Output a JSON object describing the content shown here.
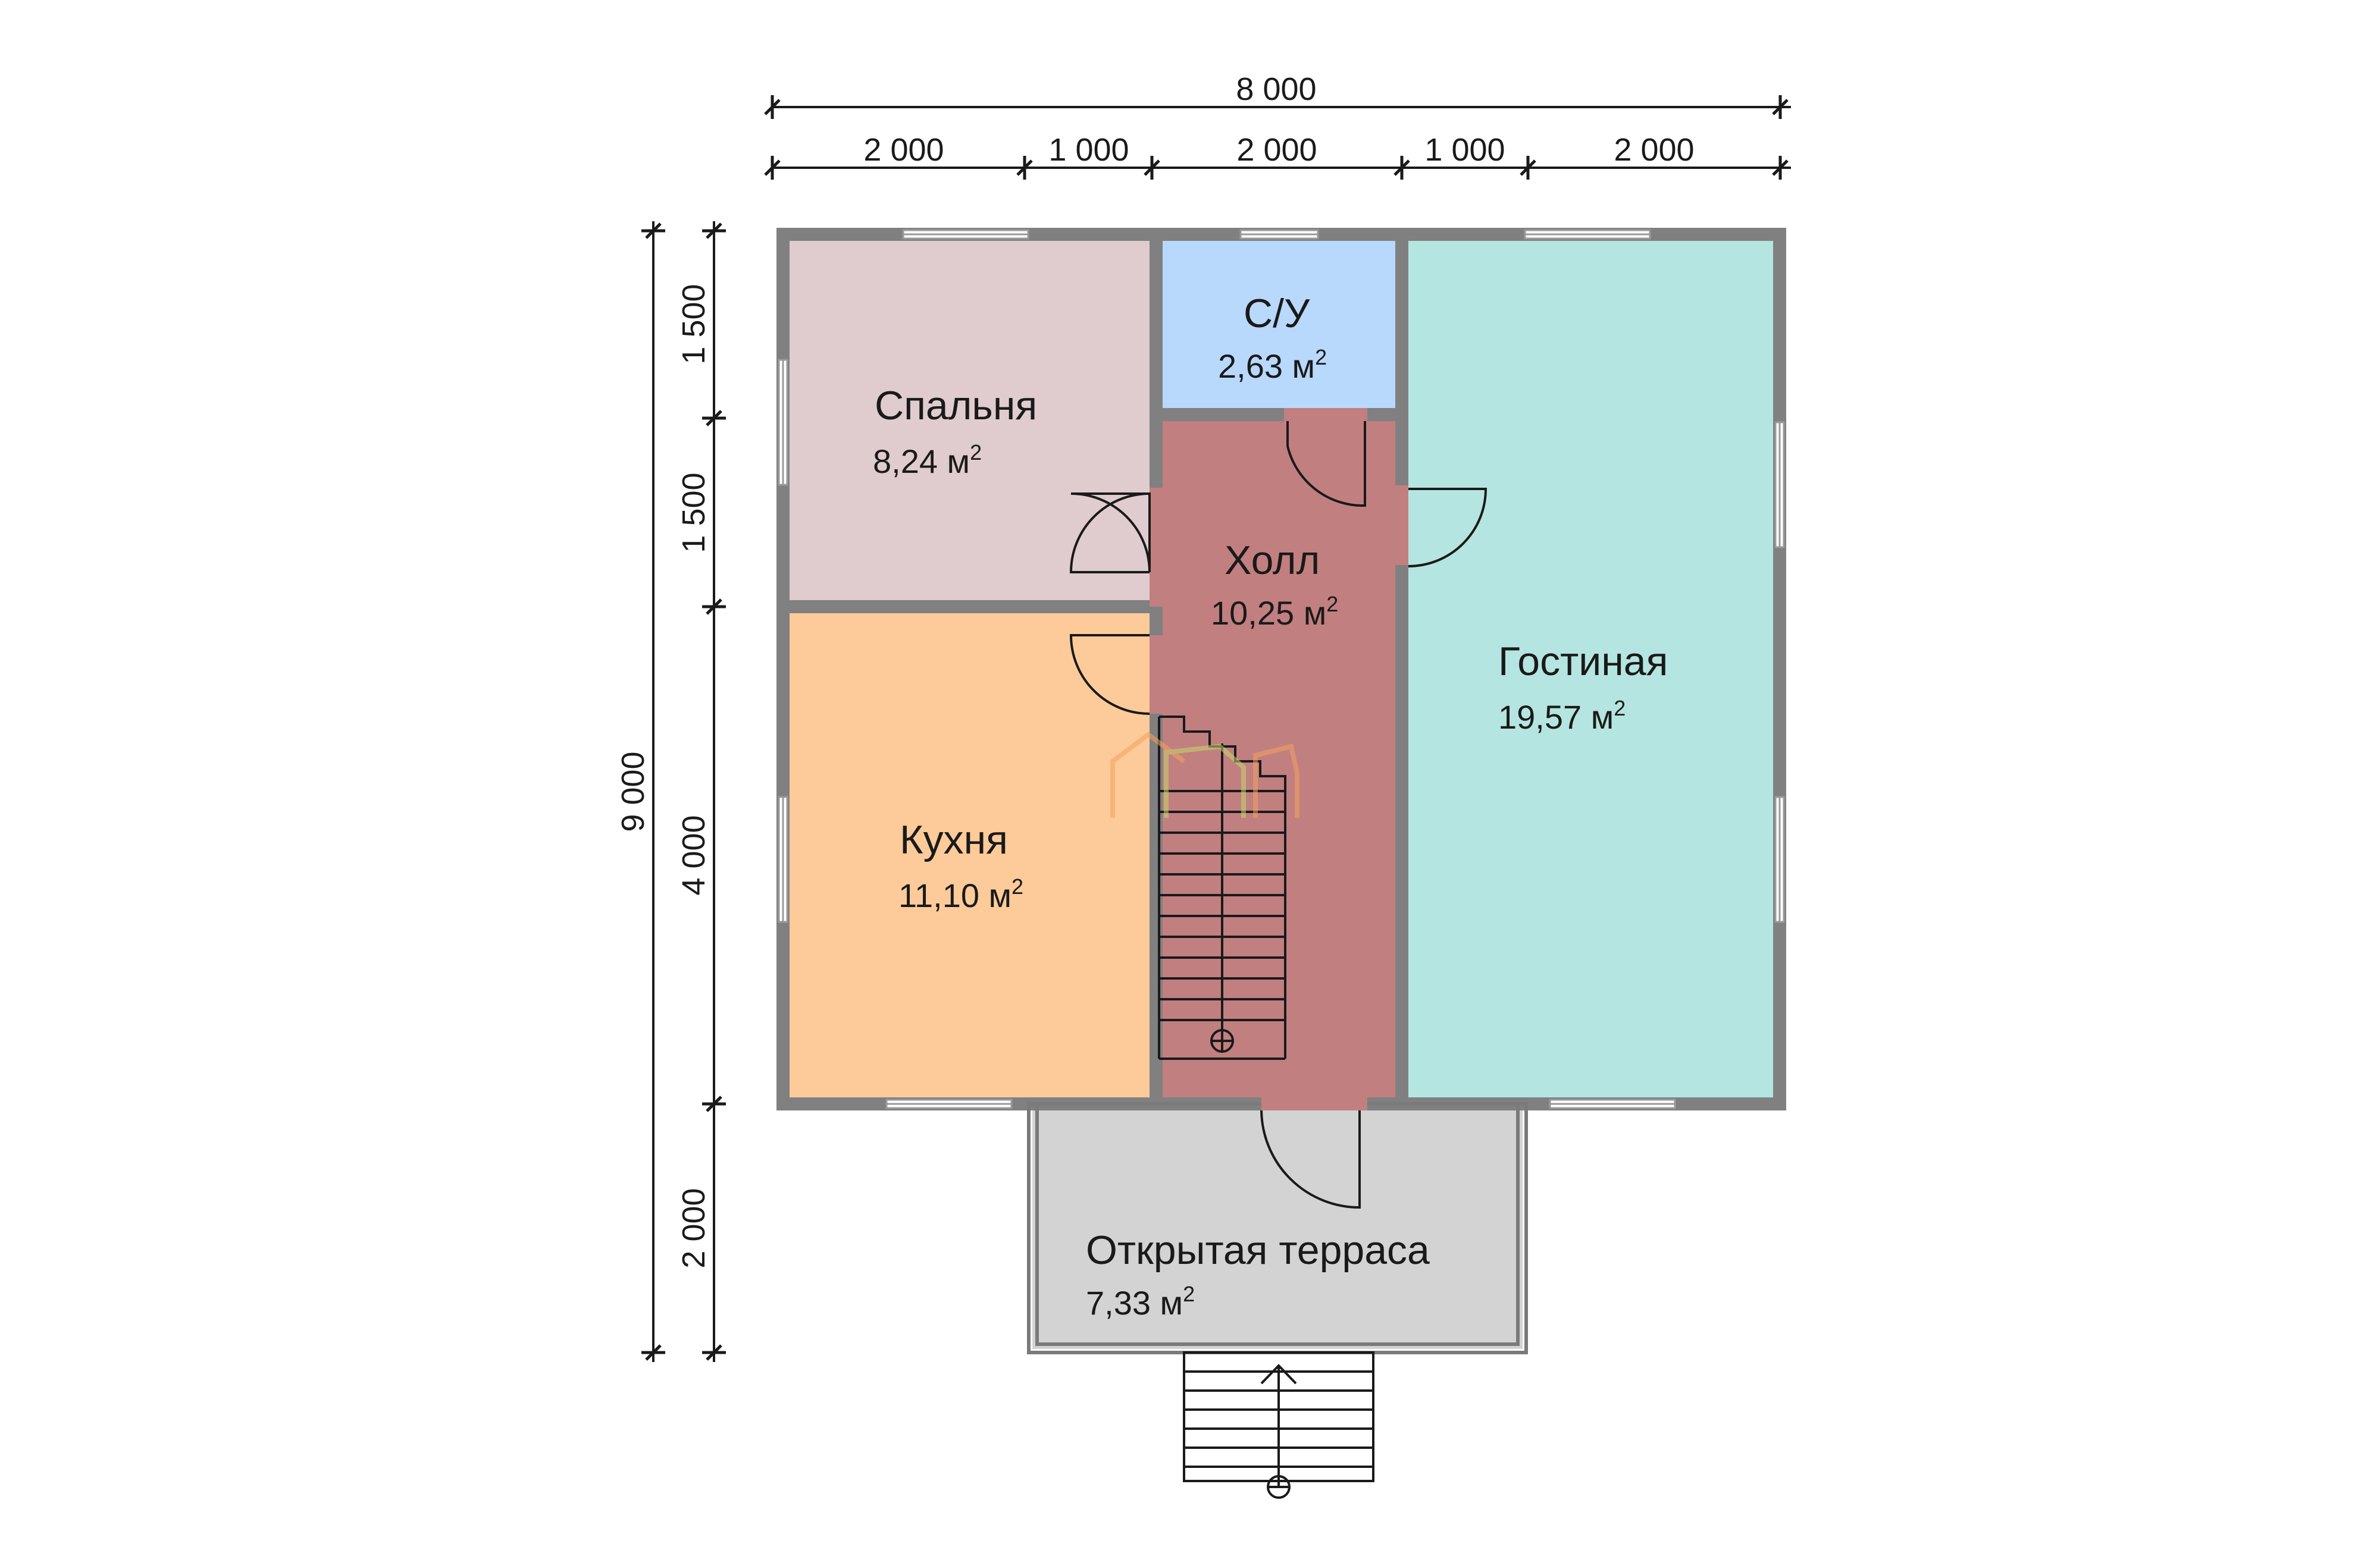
{
  "dimensions": {
    "overall_width": "8 000",
    "widths": [
      "2 000",
      "1 000",
      "2 000",
      "1 000",
      "2 000"
    ],
    "overall_depth": "9 000",
    "depths": [
      "1 500",
      "1 500",
      "4 000",
      "2 000"
    ]
  },
  "rooms": {
    "bedroom": {
      "name": "Спальня",
      "area": "8,24 м",
      "color": "#e0ccce"
    },
    "bathroom": {
      "name": "С/У",
      "area": "2,63 м",
      "color": "#b8d8fc"
    },
    "hall": {
      "name": "Холл",
      "area": "10,25 м",
      "color": "#c27f80"
    },
    "living": {
      "name": "Гостиная",
      "area": "19,57 м",
      "color": "#b5e5e0"
    },
    "kitchen": {
      "name": "Кухня",
      "area": "11,10 м",
      "color": "#fdcb9a"
    },
    "terrace": {
      "name": "Открытая терраса",
      "area": "7,33 м",
      "color": "#d3d3d3"
    }
  },
  "area_unit_exponent": "2",
  "icons": [
    "stair-arrow-icon",
    "logo-watermark-icon"
  ]
}
